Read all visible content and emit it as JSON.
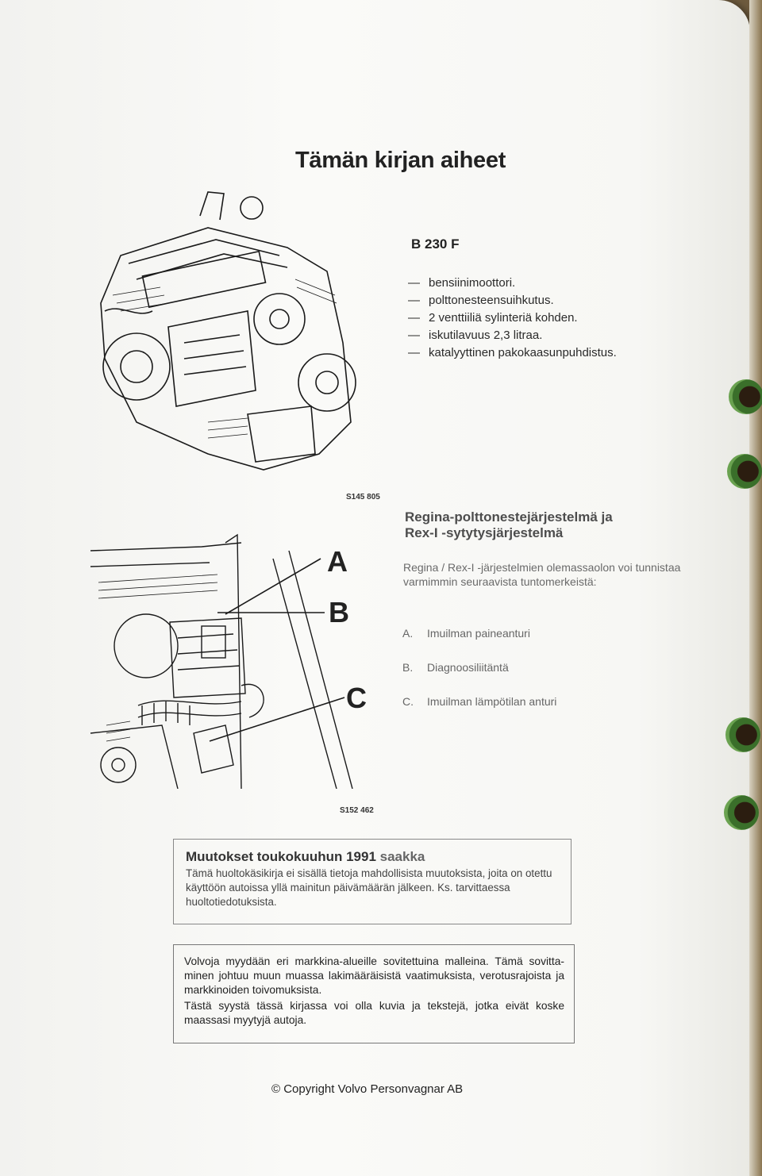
{
  "title": "Tämän kirjan aiheet",
  "engine_section": {
    "model": "B 230 F",
    "bullets": [
      {
        "dash": "—",
        "text": "bensiinimoottori."
      },
      {
        "dash": "—",
        "text": "polttonesteensuihkutus."
      },
      {
        "dash": "—",
        "text": "2 venttiiliä sylinteriä kohden."
      },
      {
        "dash": "—",
        "text": "iskutilavuus 2,3 litraa."
      },
      {
        "dash": "—",
        "text": "katalyyttinen pakokaasunpuhdistus."
      }
    ],
    "figure_code": "S145 805"
  },
  "system_section": {
    "title_line1": "Regina-polttonestejärjestelmä ja",
    "title_line2": "Rex-I -sytytysjärjestelmä",
    "description": "Regina / Rex-I -järjestelmien olemassaolon voi tunnistaa varmimmin seuraavista tuntomerkeistä:",
    "parts": [
      {
        "key": "A.",
        "text": "Imuilman paineanturi"
      },
      {
        "key": "B.",
        "text": "Diagnoosiliitäntä"
      },
      {
        "key": "C.",
        "text": "Imuilman lämpötilan anturi"
      }
    ],
    "callouts": {
      "a": "A",
      "b": "B",
      "c": "C"
    },
    "figure_code": "S152 462"
  },
  "notice_box": {
    "title_main": "Muutokset toukokuuhun 1991 ",
    "title_tail": "saakka",
    "text": "Tämä huoltokäsikirja ei sisällä tietoja mahdollisista muutoksista, joita on otettu käyttöön autoissa yllä mainitun päivämäärän jälkeen. Ks. tarvittaessa huoltotiedotuksista."
  },
  "info_box": {
    "para1": "Volvoja myydään eri markkina-alueille sovitettuina malleina. Tämä sovitta- minen johtuu muun muassa lakimääräisistä vaatimuksista, verotusrajoista ja markkinoiden toivomuksista.",
    "para2": "Tästä syystä tässä kirjassa voi olla kuvia ja tekstejä, jotka eivät koske maassasi myytyjä autoja."
  },
  "copyright": "© Copyright Volvo Personvagnar AB"
}
